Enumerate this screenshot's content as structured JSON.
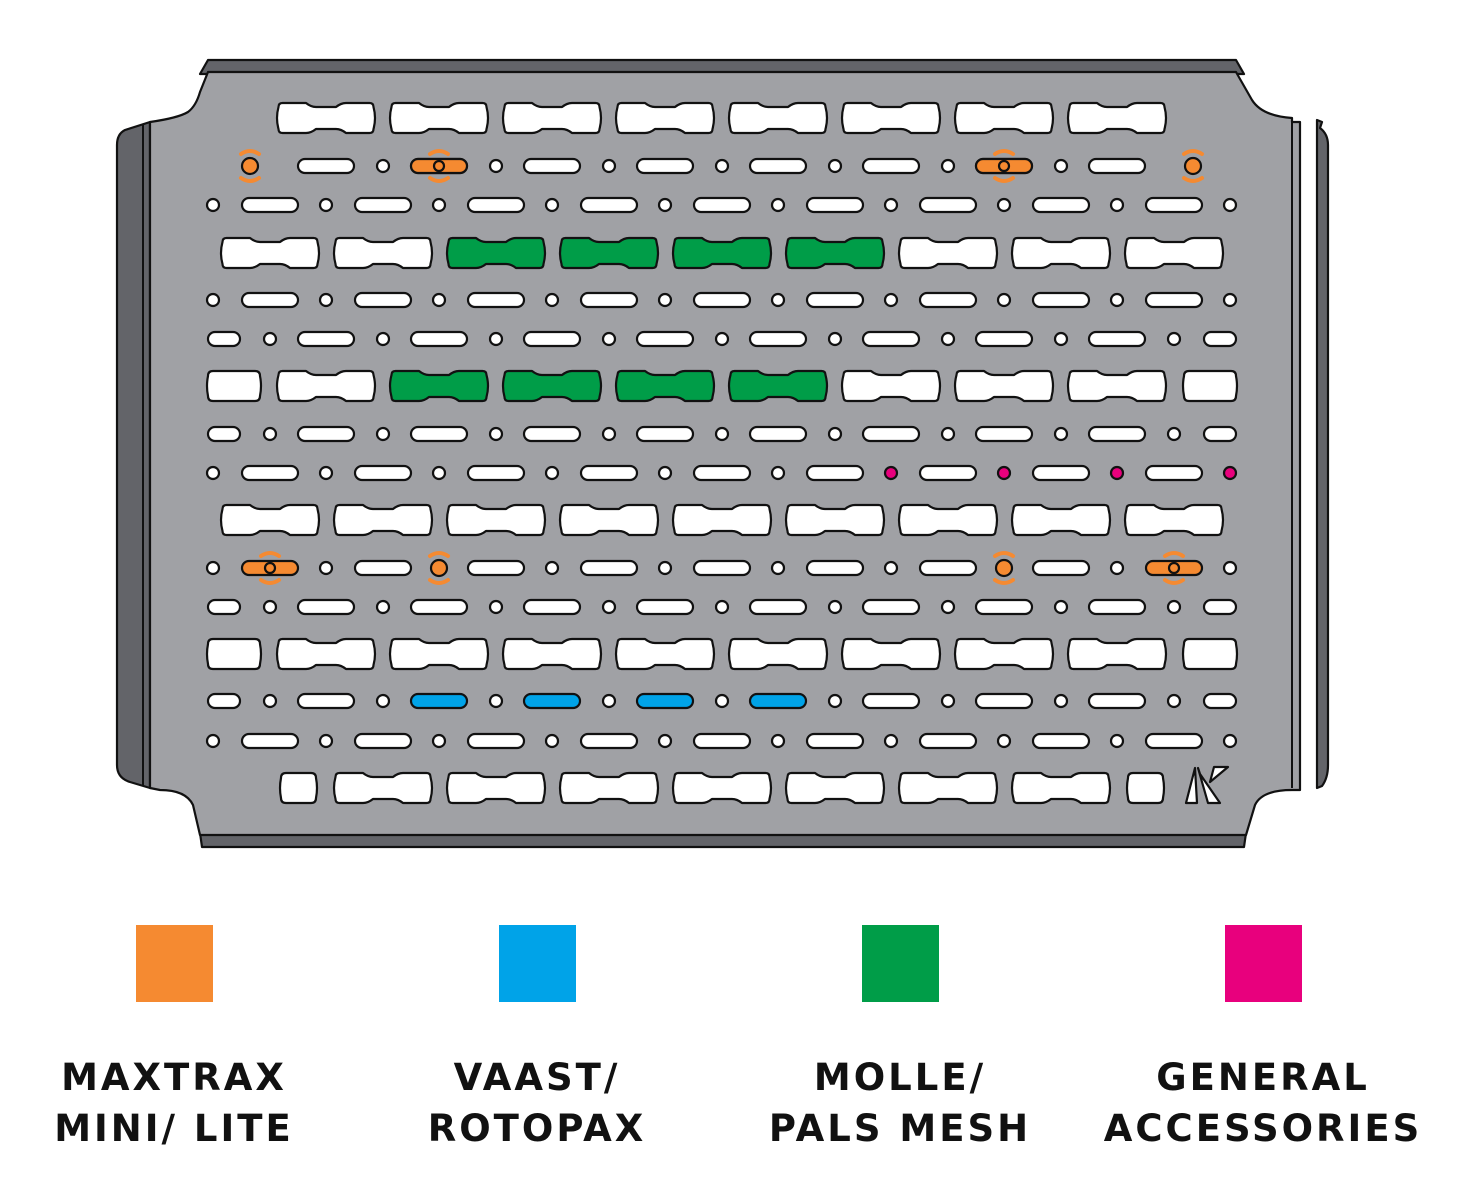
{
  "colors": {
    "plate": "#a0a1a5",
    "plate_edge": "#636469",
    "outline": "#111111",
    "hole": "#ffffff"
  },
  "legend": [
    {
      "key": "maxtrax",
      "color": "#f58a31",
      "line1": "MAXTRAX",
      "line2": "MINI/ LITE"
    },
    {
      "key": "vaast",
      "color": "#00a3e8",
      "line1": "VAAST/",
      "line2": "ROTOPAX"
    },
    {
      "key": "molle",
      "color": "#009d48",
      "line1": "MOLLE/",
      "line2": "PALS MESH"
    },
    {
      "key": "general",
      "color": "#e8007d",
      "line1": "GENERAL",
      "line2": "ACCESSORIES"
    }
  ],
  "logo": "K"
}
